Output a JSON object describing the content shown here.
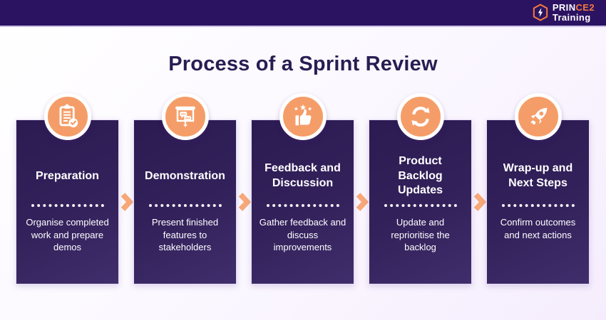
{
  "header": {
    "logo": {
      "brand_part1": "PRIN",
      "brand_part2": "CE2",
      "brand_line2": "Training"
    }
  },
  "page_title": "Process of a Sprint Review",
  "steps": [
    {
      "title": "Preparation",
      "description": "Organise completed work and prepare demos",
      "icon": "clipboard-check-icon"
    },
    {
      "title": "Demonstration",
      "description": "Present finished features to stakeholders",
      "icon": "presentation-chat-icon"
    },
    {
      "title": "Feedback and Discussion",
      "description": "Gather feedback and discuss improvements",
      "icon": "thumbs-up-stars-icon"
    },
    {
      "title": "Product Backlog Updates",
      "description": "Update and reprioritise the backlog",
      "icon": "sync-arrows-icon"
    },
    {
      "title": "Wrap-up and Next Steps",
      "description": "Confirm outcomes and next actions",
      "icon": "rocket-icon"
    }
  ],
  "colors": {
    "header_bg": "#2b1361",
    "card_gradient_start": "#2c1a52",
    "card_gradient_end": "#402e6c",
    "icon_circle_orange": "#f59d68",
    "arrow_orange": "#f9a878",
    "title_text": "#281d52",
    "logo_accent_orange": "#f4793f",
    "background_tint": "#f5edfd",
    "card_text": "#ffffff"
  }
}
